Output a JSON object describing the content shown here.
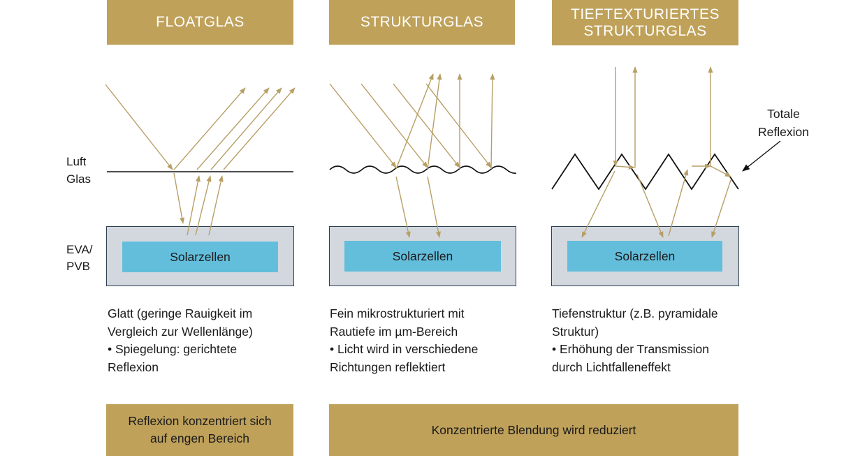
{
  "headers": [
    {
      "lines": [
        "FLOATGLAS"
      ]
    },
    {
      "lines": [
        "STRUKTURGLAS"
      ]
    },
    {
      "lines": [
        "TIEFTEXTURIERTES",
        "STRUKTURGLAS"
      ]
    }
  ],
  "side_labels": {
    "luft": "Luft",
    "glas": "Glas",
    "eva": "EVA/",
    "pvb": "PVB"
  },
  "cell_label": "Solarzellen",
  "annotation": [
    "Totale",
    "Reflexion"
  ],
  "descriptions": [
    [
      "Glatt (geringe Rauigkeit im",
      "Vergleich zur Wellenlänge)",
      "• Spiegelung: gerichtete",
      "Reflexion"
    ],
    [
      "Fein mikrostrukturiert mit",
      "Rautiefe im µm-Bereich",
      "• Licht wird in verschiedene",
      "Richtungen reflektiert"
    ],
    [
      "Tiefenstruktur (z.B. pyramidale",
      "Struktur)",
      "• Erhöhung der Transmission",
      "durch Lichtfalleneffekt"
    ]
  ],
  "footers": [
    [
      "Reflexion konzentriert sich",
      "auf engen Bereich"
    ],
    [
      "Konzentrierte Blendung wird reduziert"
    ]
  ],
  "colors": {
    "gold": "#BFA15A",
    "ray": "#B79F66",
    "cell": "#63BEDC",
    "module": "#D3D8DF",
    "line": "#111111"
  }
}
